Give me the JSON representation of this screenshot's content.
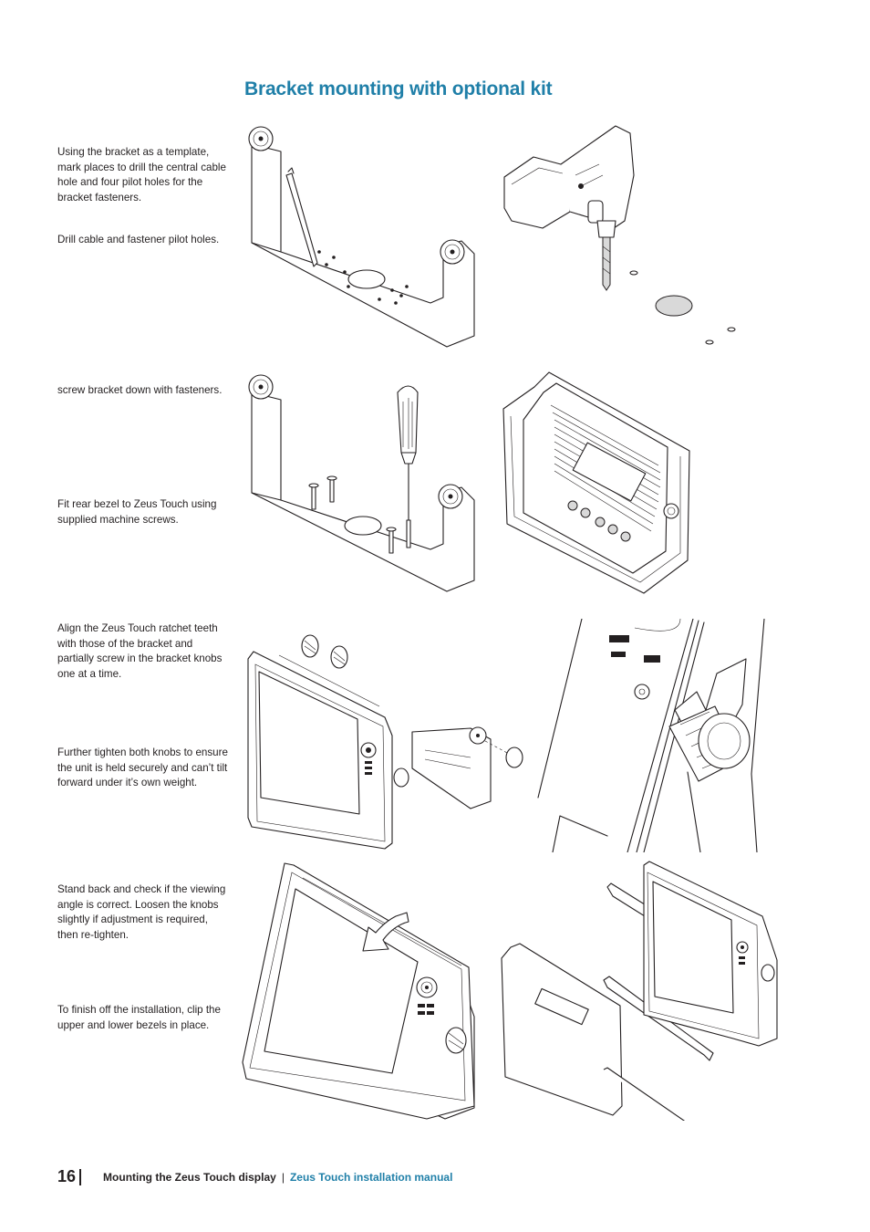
{
  "page": {
    "title": "Bracket mounting with optional kit",
    "steps": [
      "Using the bracket as a template, mark places to drill the central cable hole and four pilot holes for the bracket fasteners.",
      "Drill cable and fastener pilot holes.",
      "screw bracket down with fasteners.",
      "Fit rear bezel to Zeus Touch using supplied machine screws.",
      "Align the Zeus Touch ratchet teeth with those of the bracket and partially screw in the bracket knobs one at a time.",
      "Further tighten both knobs to ensure the unit is held securely and can’t tilt forward under it’s own weight.",
      "Stand back and check if the viewing angle is correct. Loosen the knobs slightly if adjustment is required, then re-tighten.",
      "To finish off the installation, clip the upper and lower bezels in place."
    ]
  },
  "footer": {
    "page_number": "16",
    "chapter": "Mounting the Zeus Touch display",
    "separator": "|",
    "manual": "Zeus Touch installation manual"
  }
}
